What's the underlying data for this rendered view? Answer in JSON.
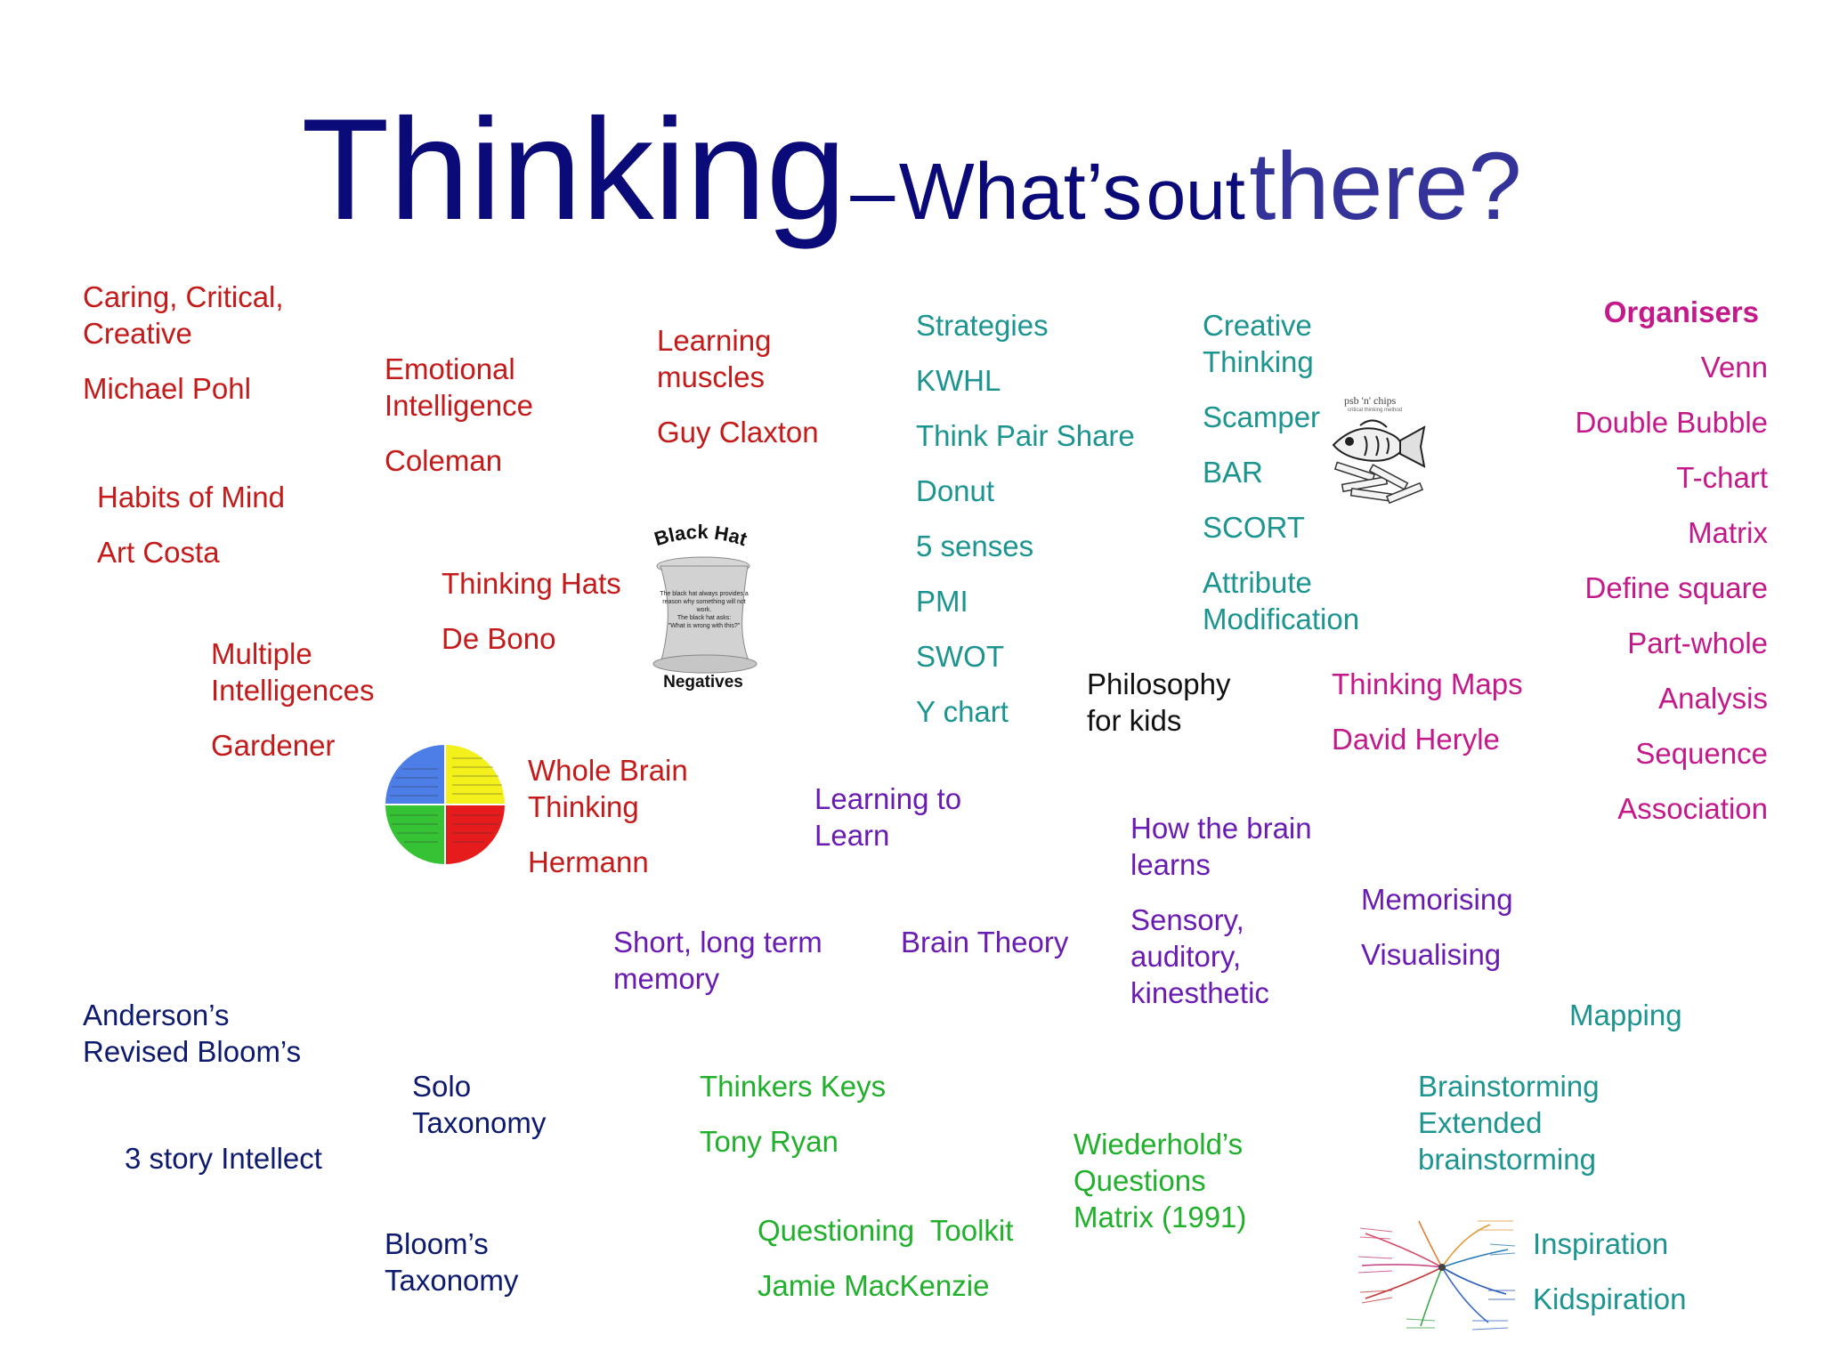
{
  "title": {
    "thinking": "Thinking",
    "dash": "–",
    "whats": "What’s",
    "out": "out",
    "there": "there?"
  },
  "colors": {
    "title": "#0a0a78",
    "red": "#c41a1a",
    "teal": "#1c9490",
    "magenta": "#c4198a",
    "purple": "#6a1cb2",
    "green": "#21b02c",
    "navy": "#0d1a6e"
  },
  "caring": {
    "l1": "Caring, Critical,",
    "l2": "Creative",
    "author": "Michael Pohl"
  },
  "emotional": {
    "l1": "Emotional",
    "l2": "Intelligence",
    "author": "Coleman"
  },
  "learning_muscles": {
    "l1": "Learning",
    "l2": "muscles",
    "author": "Guy Claxton"
  },
  "strategies": {
    "items": [
      "Strategies",
      "KWHL",
      "Think Pair Share",
      "Donut",
      "5 senses",
      "PMI",
      "SWOT",
      "Y chart"
    ]
  },
  "creative": {
    "l1": "Creative",
    "l2": "Thinking",
    "items": [
      "Scamper",
      "BAR",
      "SCORT"
    ],
    "attr1": "Attribute",
    "attr2": "Modification"
  },
  "fish_logo": {
    "text": "psb 'n' chips",
    "subtext": "critical thinking method"
  },
  "organisers": {
    "heading": "Organisers",
    "items": [
      "Venn",
      "Double Bubble",
      "T-chart",
      "Matrix",
      "Define square",
      "Part-whole",
      "Analysis",
      "Sequence",
      "Association"
    ]
  },
  "habits": {
    "l1": "Habits of Mind",
    "author": "Art Costa"
  },
  "hats": {
    "l1": "Thinking Hats",
    "author": "De Bono"
  },
  "black_hat": {
    "title": "Black Hat",
    "caption": "Negatives",
    "text1": "The black hat always provides a reason why something will not work.",
    "text2": "The black hat asks:",
    "text3": "\"What is wrong with this?\""
  },
  "multiple": {
    "l1": "Multiple",
    "l2": "Intelligences",
    "author": "Gardener"
  },
  "philosophy": {
    "l1": "Philosophy",
    "l2": "for kids"
  },
  "thinking_maps": {
    "l1": "Thinking Maps",
    "author": "David Heryle"
  },
  "whole_brain": {
    "l1": "Whole Brain",
    "l2": "Thinking",
    "author": "Hermann"
  },
  "learning_to_learn": {
    "l1": "Learning to",
    "l2": "Learn"
  },
  "brain_learns": {
    "l1": "How the brain",
    "l2": "learns",
    "s1": "Sensory,",
    "s2": "auditory,",
    "s3": "kinesthetic"
  },
  "memorising": {
    "l1": "Memorising",
    "l2": "Visualising"
  },
  "short_long": {
    "l1": "Short, long term",
    "l2": "memory"
  },
  "brain_theory": {
    "l1": "Brain Theory"
  },
  "mapping": {
    "l1": "Mapping"
  },
  "anderson": {
    "l1": "Anderson’s",
    "l2": "Revised Bloom’s"
  },
  "solo": {
    "l1": "Solo",
    "l2": "Taxonomy"
  },
  "thinkers_keys": {
    "l1": "Thinkers Keys",
    "author": "Tony Ryan"
  },
  "wiederhold": {
    "l1": "Wiederhold’s",
    "l2": "Questions",
    "l3": "Matrix (1991)"
  },
  "brainstorming": {
    "l1": "Brainstorming",
    "l2": "Extended",
    "l3": "brainstorming"
  },
  "three_story": {
    "l1": "3 story Intellect"
  },
  "blooms": {
    "l1": "Bloom’s",
    "l2": "Taxonomy"
  },
  "questioning": {
    "l1": "Questioning  Toolkit",
    "author": "Jamie MacKenzie"
  },
  "inspiration": {
    "l1": "Inspiration",
    "l2": "Kidspiration"
  }
}
